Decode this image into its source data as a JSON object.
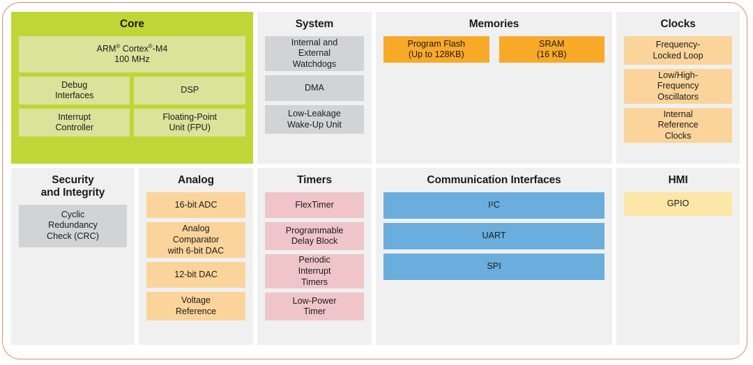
{
  "diagram": {
    "frame_color": "#d98b6e",
    "panel_bg": "#f0f0f0",
    "colors": {
      "core_panel": "#bed736",
      "core_chip": "#d9e39a",
      "gray_chip": "#d2d3d5",
      "orange_chip": "#f9a928",
      "peach_chip": "#fad49a",
      "pale_yellow_chip": "#fce6a8",
      "pink_chip": "#efc5c9",
      "blue_chip": "#6baedd"
    },
    "sections": {
      "core": {
        "title": "Core",
        "cpu": {
          "line1_prefix": "ARM",
          "line1_mid": " Cortex",
          "line1_suffix": "-M4",
          "line2": "100 MHz",
          "full": "ARM® Cortex®-M4\n100 MHz"
        },
        "blocks": [
          "Debug\nInterfaces",
          "DSP",
          "Interrupt\nController",
          "Floating-Point\nUnit (FPU)"
        ]
      },
      "system": {
        "title": "System",
        "blocks": [
          "Internal and\nExternal\nWatchdogs",
          "DMA",
          "Low-Leakage\nWake-Up Unit"
        ]
      },
      "memories": {
        "title": "Memories",
        "blocks": [
          "Program Flash\n(Up to 128KB)",
          "SRAM\n(16 KB)"
        ]
      },
      "clocks": {
        "title": "Clocks",
        "blocks": [
          "Frequency-\nLocked Loop",
          "Low/High-\nFrequency\nOscillators",
          "Internal\nReference\nClocks"
        ]
      },
      "security": {
        "title": "Security\nand Integrity",
        "blocks": [
          "Cyclic\nRedundancy\nCheck (CRC)"
        ]
      },
      "analog": {
        "title": "Analog",
        "blocks": [
          "16-bit ADC",
          "Analog\nComparator\nwith 6-bit DAC",
          "12-bit DAC",
          "Voltage\nReference"
        ]
      },
      "timers": {
        "title": "Timers",
        "blocks": [
          "FlexTimer",
          "Programmable\nDelay Block",
          "Periodic\nInterrupt\nTimers",
          "Low-Power\nTimer"
        ]
      },
      "communication": {
        "title": "Communication Interfaces",
        "blocks": [
          "I²C",
          "UART",
          "SPI"
        ]
      },
      "hmi": {
        "title": "HMI",
        "blocks": [
          "GPIO"
        ]
      }
    }
  }
}
